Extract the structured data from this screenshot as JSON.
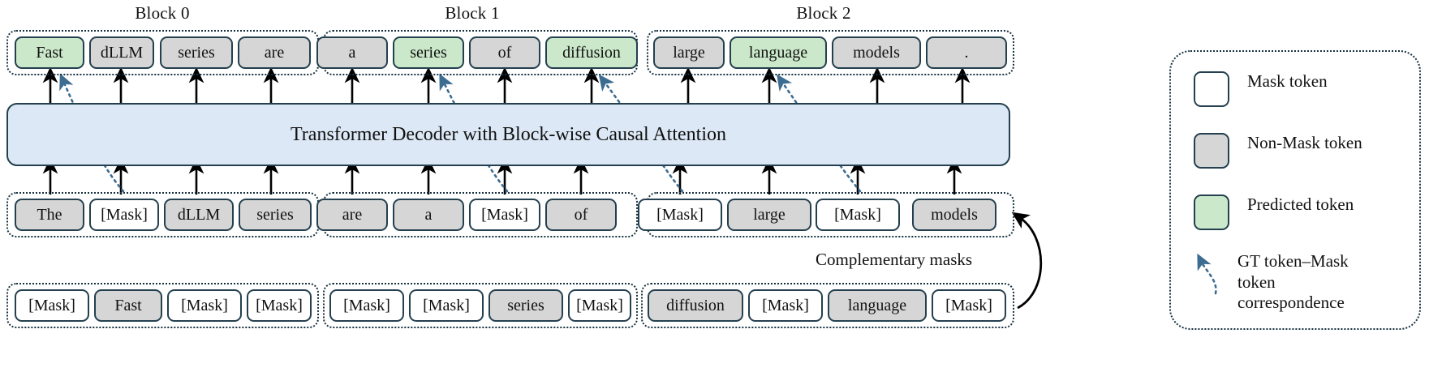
{
  "diagram": {
    "decoder_label": "Transformer Decoder with Block-wise Causal Attention",
    "complementary_label": "Complementary masks",
    "blocks": [
      {
        "label": "Block 0"
      },
      {
        "label": "Block 1"
      },
      {
        "label": "Block 2"
      }
    ],
    "output_row": [
      {
        "text": "Fast",
        "kind": "pred"
      },
      {
        "text": "dLLM",
        "kind": "nonmask"
      },
      {
        "text": "series",
        "kind": "nonmask"
      },
      {
        "text": "are",
        "kind": "nonmask"
      },
      {
        "text": "a",
        "kind": "nonmask"
      },
      {
        "text": "series",
        "kind": "pred"
      },
      {
        "text": "of",
        "kind": "nonmask"
      },
      {
        "text": "diffusion",
        "kind": "pred"
      },
      {
        "text": "large",
        "kind": "nonmask"
      },
      {
        "text": "language",
        "kind": "pred"
      },
      {
        "text": "models",
        "kind": "nonmask"
      },
      {
        "text": ".",
        "kind": "nonmask"
      }
    ],
    "input_row": [
      {
        "text": "The",
        "kind": "nonmask"
      },
      {
        "text": "[Mask]",
        "kind": "mask"
      },
      {
        "text": "dLLM",
        "kind": "nonmask"
      },
      {
        "text": "series",
        "kind": "nonmask"
      },
      {
        "text": "are",
        "kind": "nonmask"
      },
      {
        "text": "a",
        "kind": "nonmask"
      },
      {
        "text": "[Mask]",
        "kind": "mask"
      },
      {
        "text": "of",
        "kind": "nonmask"
      },
      {
        "text": "[Mask]",
        "kind": "mask"
      },
      {
        "text": "large",
        "kind": "nonmask"
      },
      {
        "text": "[Mask]",
        "kind": "mask"
      },
      {
        "text": "models",
        "kind": "nonmask"
      }
    ],
    "complementary_row": [
      {
        "text": "[Mask]",
        "kind": "mask"
      },
      {
        "text": "Fast",
        "kind": "nonmask"
      },
      {
        "text": "[Mask]",
        "kind": "mask"
      },
      {
        "text": "[Mask]",
        "kind": "mask"
      },
      {
        "text": "[Mask]",
        "kind": "mask"
      },
      {
        "text": "[Mask]",
        "kind": "mask"
      },
      {
        "text": "series",
        "kind": "nonmask"
      },
      {
        "text": "[Mask]",
        "kind": "mask"
      },
      {
        "text": "diffusion",
        "kind": "nonmask"
      },
      {
        "text": "[Mask]",
        "kind": "mask"
      },
      {
        "text": "language",
        "kind": "nonmask"
      },
      {
        "text": "[Mask]",
        "kind": "mask"
      }
    ]
  },
  "legend": {
    "items": [
      {
        "swatch": "mask",
        "label": "Mask token"
      },
      {
        "swatch": "nonmask",
        "label": "Non-Mask token"
      },
      {
        "swatch": "pred",
        "label": "Predicted token"
      },
      {
        "swatch": "curve",
        "label": "GT token–Mask\ntoken\ncorrespondence"
      }
    ]
  },
  "colors": {
    "mask_fill": "#ffffff",
    "nonmask_fill": "#d6d6d6",
    "predicted_fill": "#cbe9ca",
    "decoder_fill": "#dce8f5",
    "stroke": "#24404f",
    "correspondence": "#3d6c91"
  }
}
